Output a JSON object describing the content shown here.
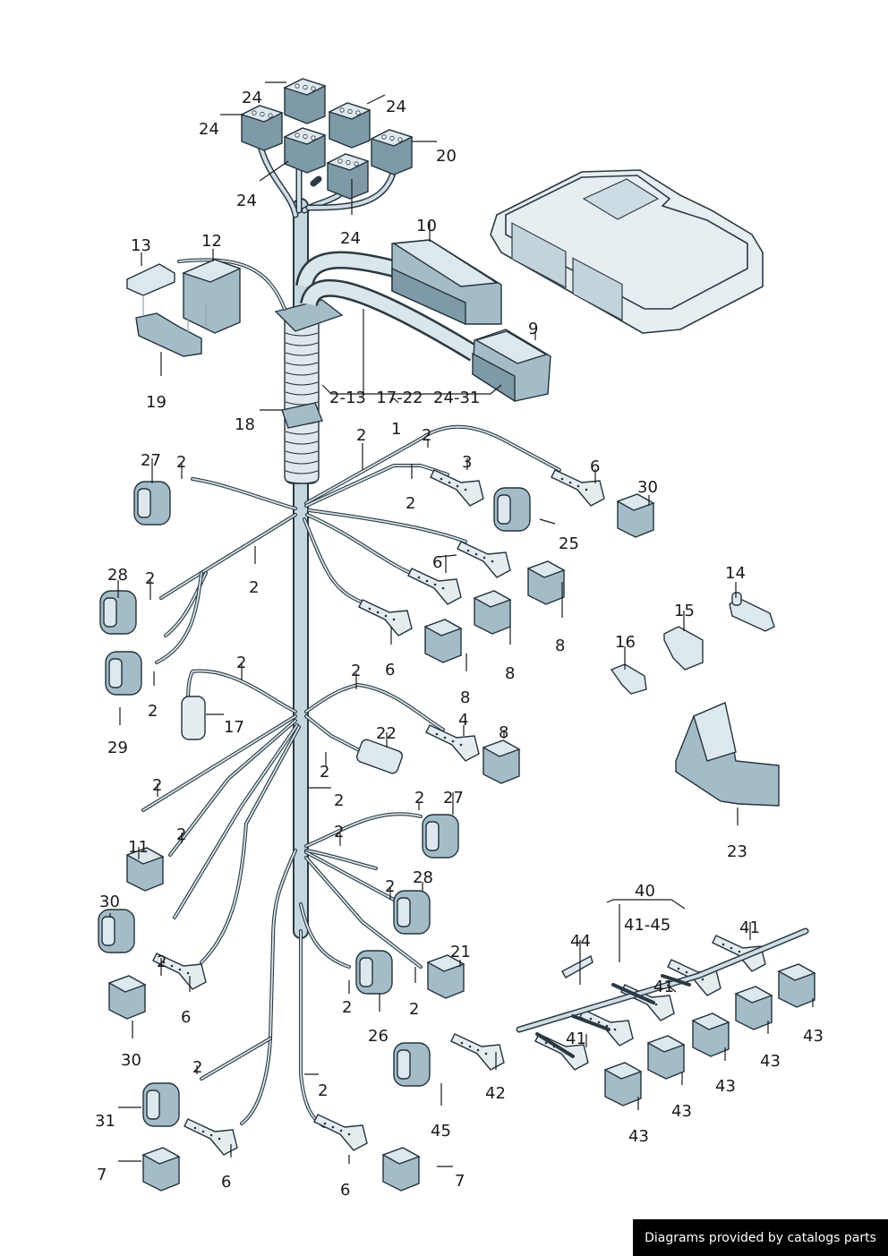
{
  "diagram": {
    "title": "Wiring harness exploded parts diagram",
    "colors": {
      "line": "#1a1a1a",
      "part_fill": "#a4bcc8",
      "part_dark": "#7e9aa8",
      "wire_light": "#c6d6de",
      "background": "#ffffff"
    },
    "callouts": {
      "c24a": "24",
      "c24b": "24",
      "c24c": "24",
      "c24d": "24",
      "c24e": "24",
      "c20": "20",
      "c10": "10",
      "c13": "13",
      "c12": "12",
      "c19": "19",
      "c9": "9",
      "c18": "18",
      "crange": "2-13  17-22  24-31",
      "c1": "1",
      "c2_a": "2",
      "c2_b": "2",
      "c2_c": "2",
      "c3": "3",
      "c6_a": "6",
      "c30_a": "30",
      "c25": "25",
      "c27_a": "27",
      "c2_d": "2",
      "c28_a": "28",
      "c2_e": "2",
      "c2_f": "2",
      "c6_b": "6",
      "c8_a": "8",
      "c8_b": "8",
      "c6_c": "6",
      "c8_c": "8",
      "c29": "29",
      "c2_g": "2",
      "c2_h": "2",
      "c17": "17",
      "c2_i": "2",
      "c4": "4",
      "c8_d": "8",
      "c22": "22",
      "c14": "14",
      "c15": "15",
      "c16": "16",
      "c23": "23",
      "c2_j": "2",
      "c2_k": "2",
      "c2_l": "2",
      "c2_m": "2",
      "c27_b": "27",
      "c11": "11",
      "c2_n": "2",
      "c30_b": "30",
      "c2_o": "2",
      "c28_b": "28",
      "c21": "21",
      "c2_p": "2",
      "c6_d": "6",
      "c2_q": "2",
      "c26": "26",
      "c2_r": "2",
      "c30_c": "30",
      "c40": "40",
      "c41_45": "41-45",
      "c44": "44",
      "c41_a": "41",
      "c41_b": "41",
      "c41_c": "41",
      "c42": "42",
      "c45": "45",
      "c43_a": "43",
      "c43_b": "43",
      "c43_c": "43",
      "c43_d": "43",
      "c43_e": "43",
      "c2_s": "2",
      "c31": "31",
      "c7_a": "7",
      "c6_e": "6",
      "c2_t": "2",
      "c6_f": "6",
      "c7_b": "7"
    }
  },
  "footer": {
    "credit": "Diagrams provided by catalogs parts"
  }
}
